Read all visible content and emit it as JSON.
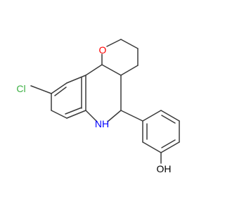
{
  "molecule": {
    "labels": {
      "chlorine": "Cl",
      "ring_oxygen": "O",
      "amine": "NH",
      "hydroxyl": "OH"
    },
    "colors": {
      "bond": "#3a3a3a",
      "chlorine": "#3cb043",
      "oxygen": "#ff0000",
      "nitrogen": "#0000ff",
      "background": "#ffffff"
    }
  }
}
